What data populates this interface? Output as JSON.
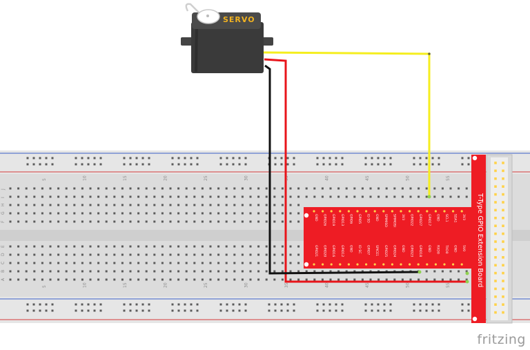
{
  "servo": {
    "label": "SERVO"
  },
  "board": {
    "title": "T-Type GPIO Extension Board"
  },
  "breadboard": {
    "column_numbers": [
      "5",
      "10",
      "15",
      "20",
      "25",
      "30",
      "35",
      "40",
      "45",
      "50",
      "55"
    ],
    "row_letters_top": [
      "J",
      "I",
      "H",
      "G",
      "F"
    ],
    "row_letters_bottom": [
      "E",
      "D",
      "C",
      "B",
      "A"
    ]
  },
  "pins": {
    "top_row": [
      "GND",
      "GPIO26",
      "GPIO19",
      "GPIO13",
      "GPIO6",
      "GPIO5",
      "ID SD",
      "GND",
      "SPIMISO",
      "SPIMOSI",
      "3V3",
      "GPIO22",
      "GPIO27",
      "GPIO17",
      "GND",
      "SCL1",
      "SDA1",
      "3V3"
    ],
    "bottom_row": [
      "GPIO21",
      "GPIO20",
      "GPIO16",
      "GPIO12",
      "GND",
      "ID SC",
      "GPIO7",
      "SPICE1",
      "GPIO25",
      "GPIO24",
      "GND",
      "GPIO23",
      "GPIO18",
      "GND",
      "RXD0",
      "TXD0",
      "GND",
      "5V0"
    ],
    "end_label": "5V0"
  },
  "brand": {
    "name": "fritzing"
  },
  "colors": {
    "wire_signal": "#f5ee1e",
    "wire_power": "#e8141a",
    "wire_ground": "#111111",
    "board": "#ee1c24",
    "breadboard": "#dcdcdc"
  }
}
